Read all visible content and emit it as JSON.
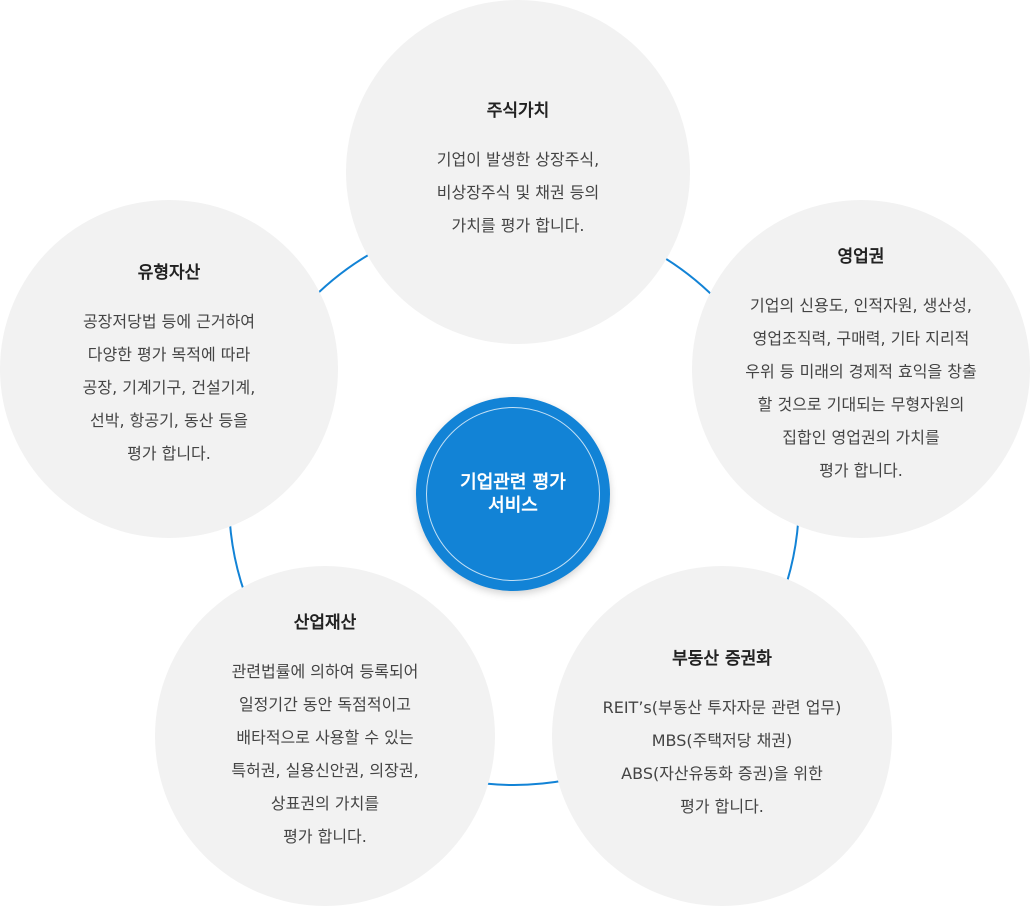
{
  "center": {
    "label": "기업관련 평가\n서비스"
  },
  "services": {
    "stock": {
      "title": "주식가치",
      "desc": "기업이 발생한 상장주식,\n비상장주식 및 채권 등의\n가치를 평가 합니다."
    },
    "business_rights": {
      "title": "영업권",
      "desc": "기업의 신용도, 인적자원, 생산성,\n영업조직력, 구매력, 기타 지리적\n우위 등 미래의 경제적 효익을 창출\n할 것으로 기대되는 무형자원의\n집합인 영업권의 가치를\n평가 합니다."
    },
    "tangible": {
      "title": "유형자산",
      "desc": "공장저당법 등에 근거하여\n다양한 평가 목적에 따라\n공장, 기계기구, 건설기계,\n선박, 항공기, 동산 등을\n평가 합니다."
    },
    "industrial_property": {
      "title": "산업재산",
      "desc": "관련법률에 의하여 등록되어\n일정기간 동안 독점적이고\n배타적으로 사용할 수 있는\n특허권, 실용신안권, 의장권,\n상표권의 가치를\n평가 합니다."
    },
    "real_estate": {
      "title": "부동산 증권화",
      "desc": "REIT’s(부동산 투자자문 관련 업무)\nMBS(주택저당 채권)\nABS(자산유동화 증권)을 위한\n평가 합니다."
    }
  },
  "colors": {
    "accent": "#1283d6",
    "circle_bg": "#f2f2f2",
    "ring": "#1283d6"
  }
}
